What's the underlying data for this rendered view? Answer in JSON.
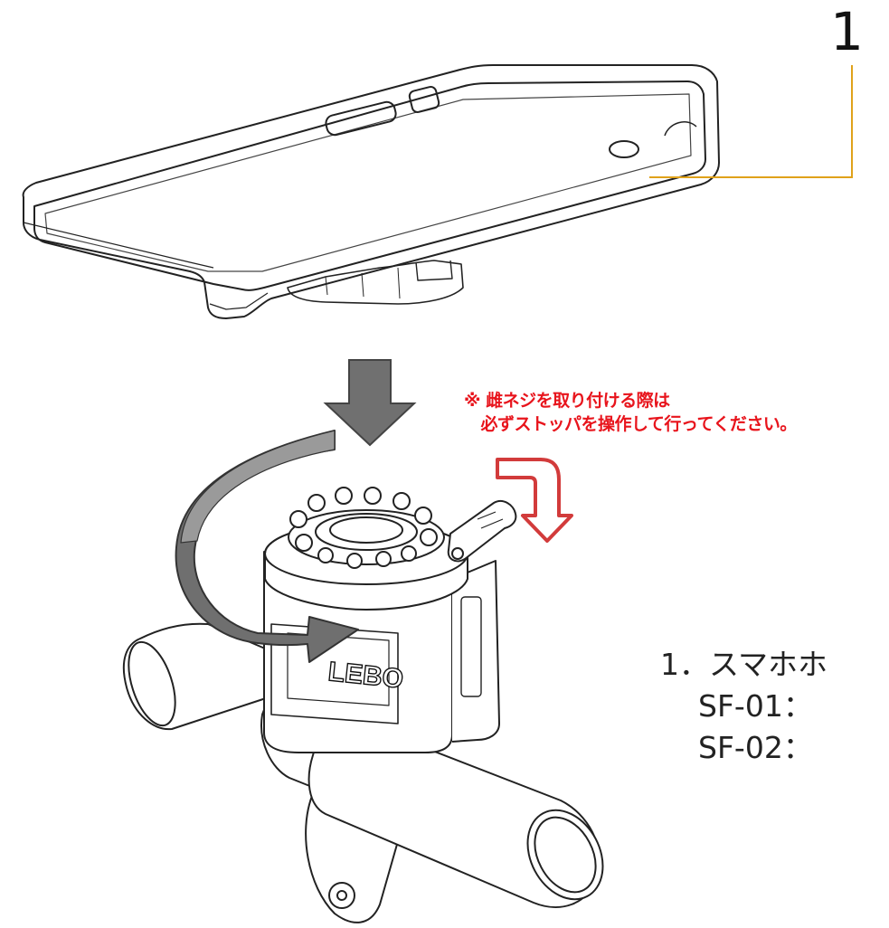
{
  "callout": {
    "number": "1"
  },
  "note": {
    "line1": "※ 雌ネジを取り付ける際は",
    "line2": "　必ずストッパを操作して行ってください。"
  },
  "caption": {
    "line1": "1．スマホホ",
    "line2": "SF-01：",
    "line3": "SF-02："
  },
  "colors": {
    "leader_line": "#e0a21a",
    "note_text": "#e8141c",
    "arrow_gray": "#707070",
    "stopper_arrow_fill": "#ffffff",
    "stopper_arrow_stroke": "#d23b3b"
  },
  "icons": {
    "down_arrow": "down-arrow-icon",
    "rotate_arrow": "rotate-arrow-icon",
    "stopper_arrow": "curved-arrow-icon"
  },
  "brand": {
    "logo_text": "LEBO"
  }
}
